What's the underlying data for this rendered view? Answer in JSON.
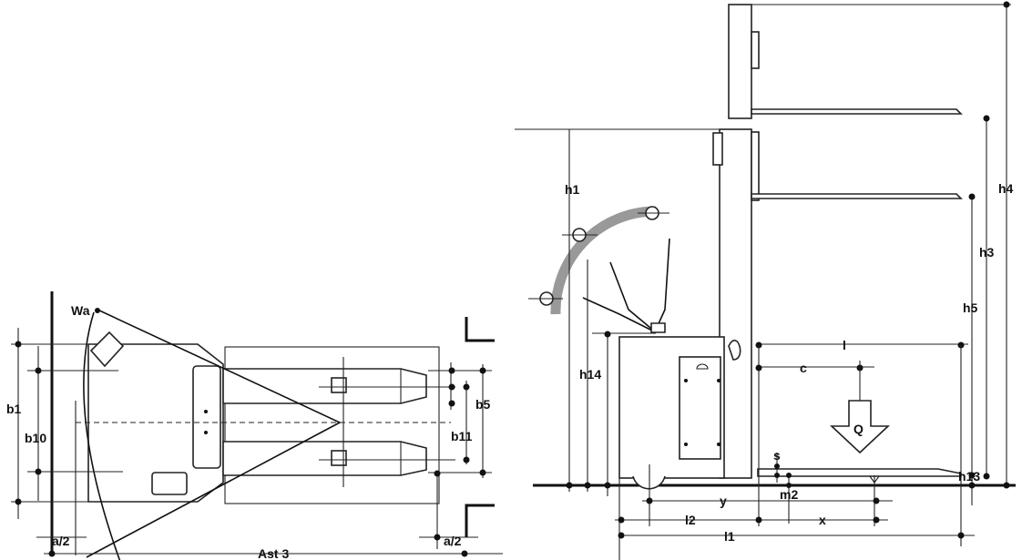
{
  "top_view": {
    "labels": {
      "wa": "Wa",
      "b1": "b1",
      "b10": "b10",
      "b5": "b5",
      "b11": "b11",
      "a2_left": "a/2",
      "a2_right": "a/2",
      "ast3": "Ast 3"
    }
  },
  "side_view": {
    "labels": {
      "h1": "h1",
      "h3": "h3",
      "h4": "h4",
      "h5": "h5",
      "h14": "h14",
      "h13": "h13",
      "l": "l",
      "c": "c",
      "q": "Q",
      "s": "s",
      "m2": "m2",
      "y": "y",
      "l2": "l2",
      "x": "x",
      "l1": "l1"
    }
  }
}
